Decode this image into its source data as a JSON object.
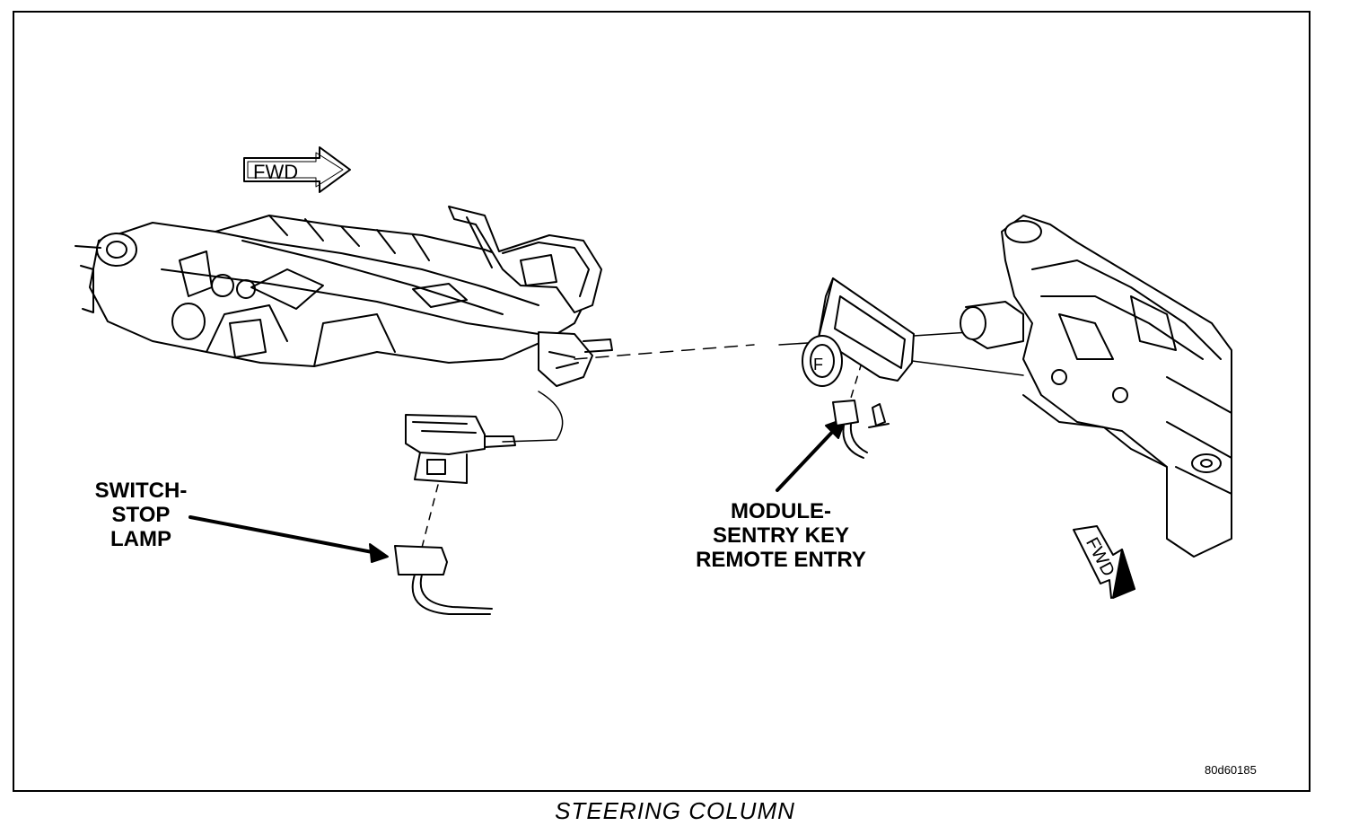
{
  "diagram": {
    "labels": {
      "switch_stop_lamp": [
        "SWITCH-",
        "STOP",
        "LAMP"
      ],
      "module_sentry_key": [
        "MODULE-",
        "SENTRY KEY",
        "REMOTE ENTRY"
      ]
    },
    "fwd_left": "FWD",
    "fwd_right": "FWD",
    "figure_code": "80d60185",
    "caption": "STEERING COLUMN"
  }
}
